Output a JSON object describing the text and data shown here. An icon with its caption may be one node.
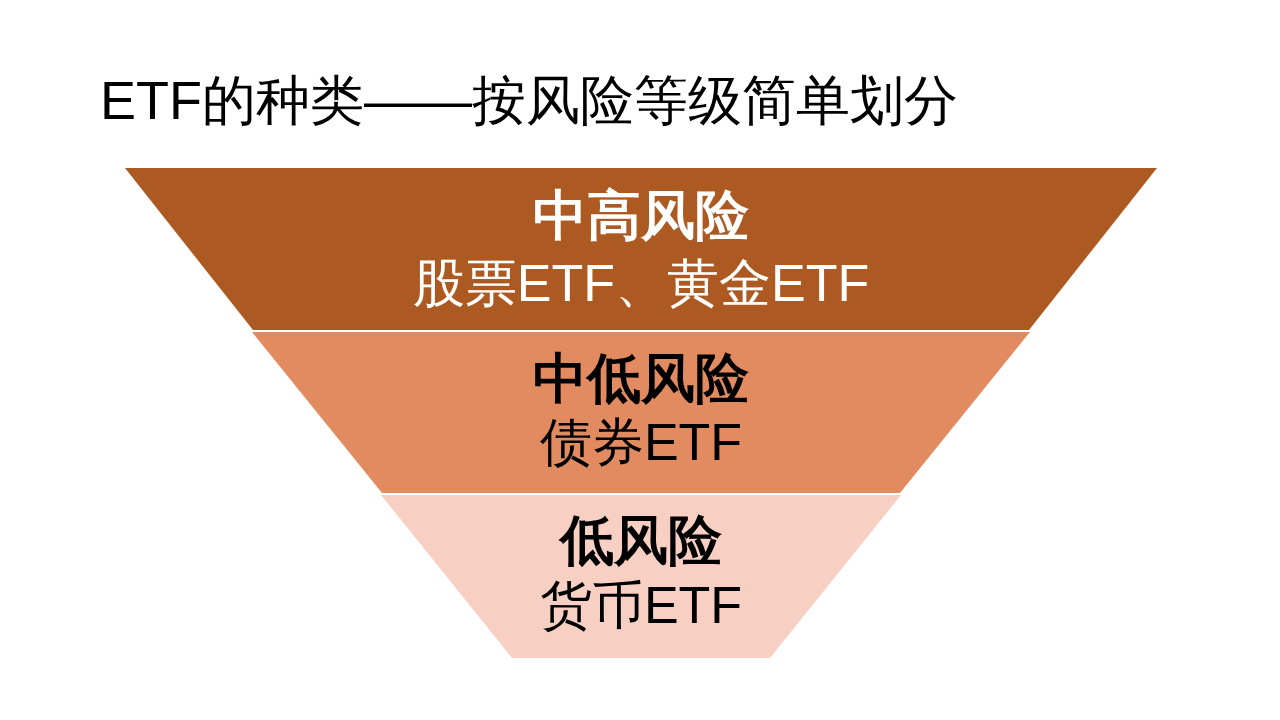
{
  "diagram": {
    "title": "ETF的种类——按风险等级简单划分",
    "nodes": [
      {
        "text": [
          "中高风险",
          "股票ETF、黄金ETF"
        ]
      },
      {
        "text": [
          "中低风险",
          "债券ETF"
        ]
      },
      {
        "text": [
          "低风险",
          "货币ETF"
        ]
      }
    ]
  }
}
